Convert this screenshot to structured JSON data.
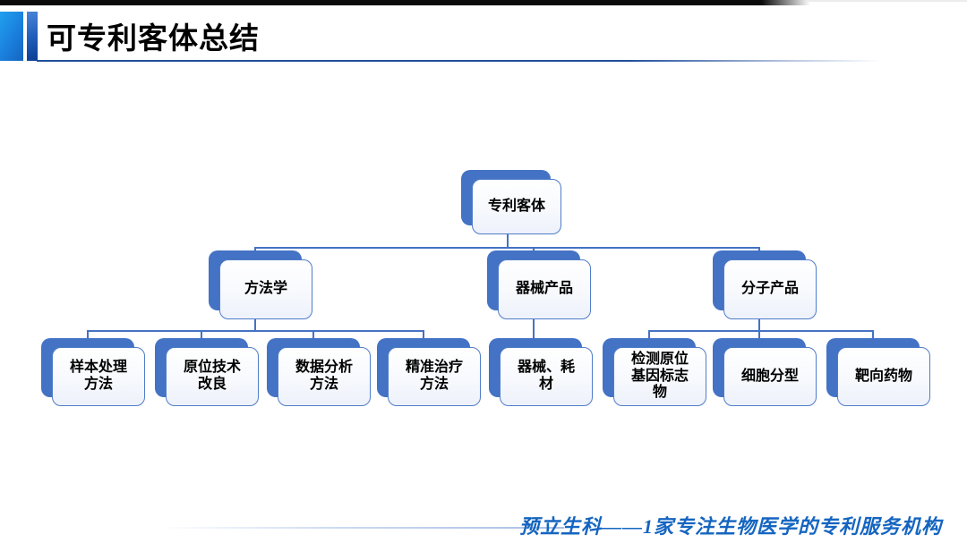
{
  "header": {
    "title": "可专利客体总结"
  },
  "org_chart": {
    "type": "org-tree",
    "root": {
      "label": "专利客体",
      "children": [
        {
          "label": "方法学",
          "children": [
            "样本处理方法",
            "原位技术改良",
            "数据分析方法",
            "精准治疗方法"
          ]
        },
        {
          "label": "器械产品",
          "children": [
            "器械、耗材"
          ]
        },
        {
          "label": "分子产品",
          "children": [
            "检测原位基因标志物",
            "细胞分型",
            "靶向药物"
          ]
        }
      ]
    }
  },
  "footer": {
    "tagline": "预立生科——1家专注生物医学的专利服务机构"
  },
  "colors": {
    "node_blue": "#4472C4",
    "node_border": "#4F7DC9",
    "accent_azure": "#1E88E5",
    "accent_navy": "#0A3D91",
    "title_underline": "#1F4E9C",
    "footer_blue": "#1565C0",
    "top_bar": "#0B0B0B"
  }
}
